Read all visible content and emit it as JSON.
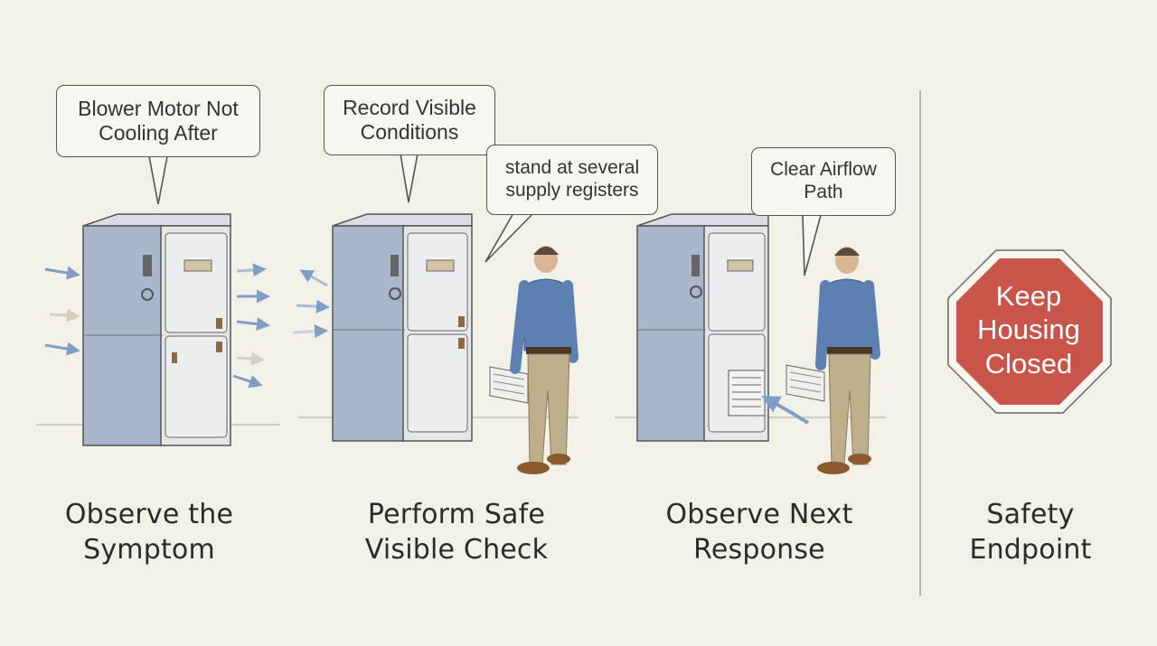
{
  "panels": [
    {
      "bubble": "Blower Motor Not\nCooling After",
      "caption": "Observe the\nSymptom"
    },
    {
      "bubble": "Record Visible\nConditions",
      "bubble2": "stand at several\nsupply registers",
      "caption": "Perform Safe\nVisible Check"
    },
    {
      "bubble": "Clear Airflow\nPath",
      "caption": "Observe Next\nResponse"
    },
    {
      "sign": "Keep\nHousing\nClosed",
      "caption": "Safety\nEndpoint"
    }
  ],
  "colors": {
    "background": "#f3f0e7",
    "furnace": "#b9c2d2",
    "stop_sign": "#c9544a",
    "arrow": "#7f9ec6"
  }
}
